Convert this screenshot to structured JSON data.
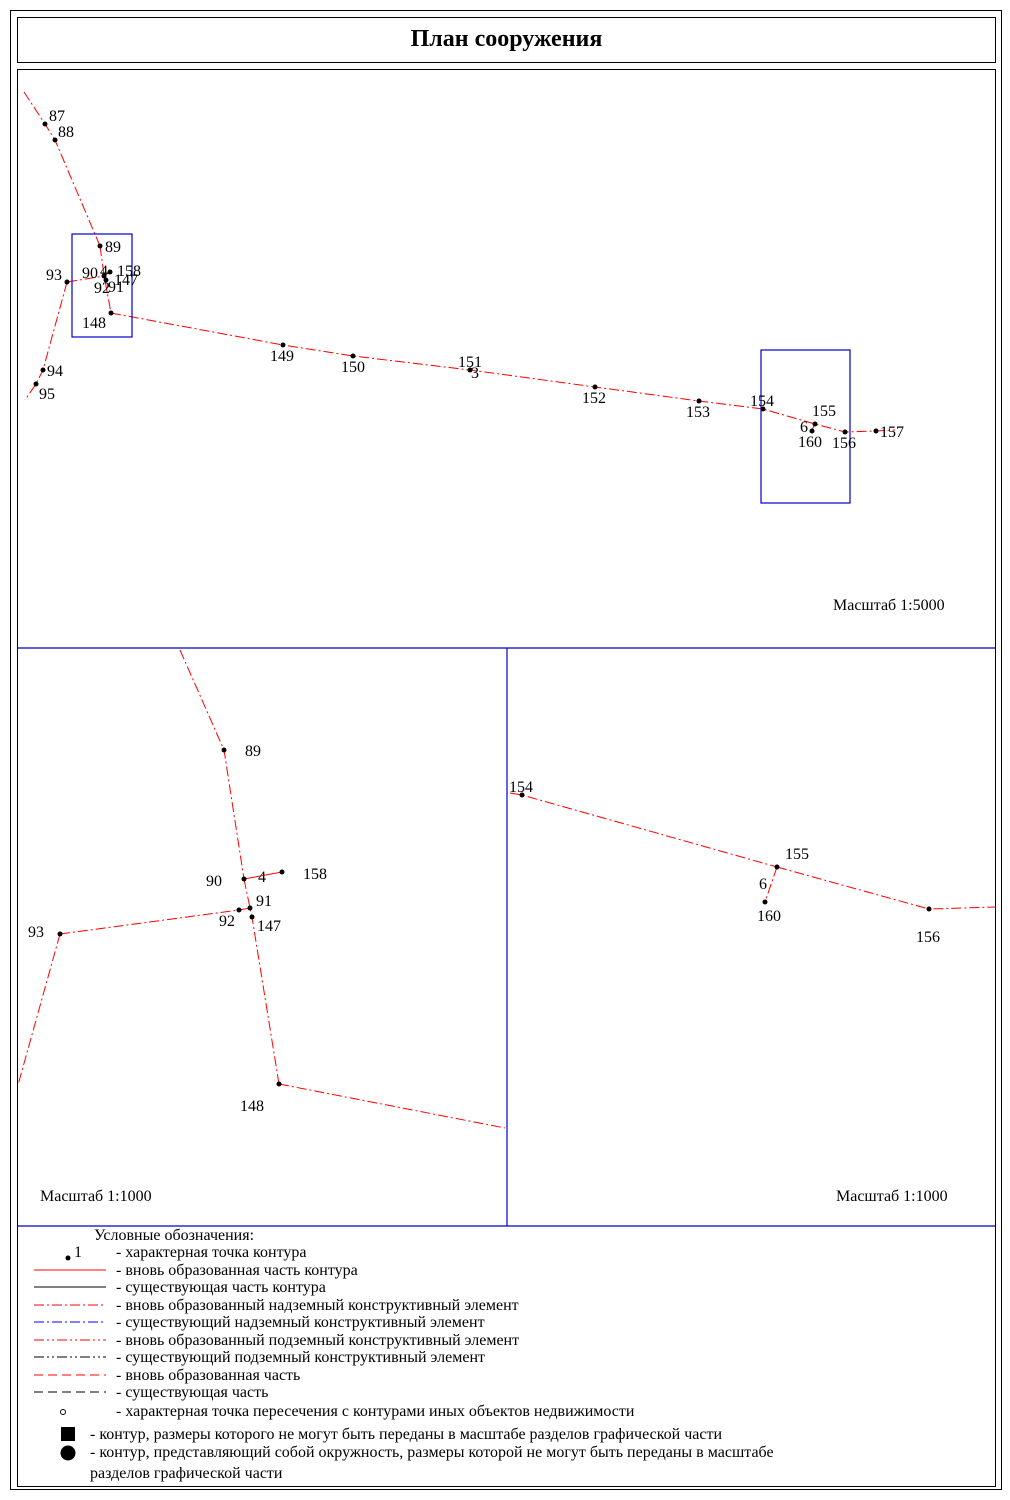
{
  "title": "План сооружения",
  "main_map": {
    "scale_label": "Масштаб 1:5000",
    "points": [
      "87",
      "88",
      "89",
      "90",
      "4",
      "158",
      "147",
      "92",
      "91",
      "93",
      "148",
      "149",
      "150",
      "151",
      "3",
      "152",
      "153",
      "154",
      "155",
      "6",
      "160",
      "156",
      "157",
      "94",
      "95"
    ]
  },
  "detail_left": {
    "scale_label": "Масштаб 1:1000",
    "points": [
      "89",
      "90",
      "4",
      "158",
      "91",
      "92",
      "147",
      "93",
      "148"
    ]
  },
  "detail_right": {
    "scale_label": "Масштаб 1:1000",
    "points": [
      "154",
      "155",
      "6",
      "160",
      "156"
    ]
  },
  "legend": {
    "title": "Условные обозначения:",
    "point_sample": "1",
    "items": [
      "- характерная точка контура",
      "- вновь образованная часть контура",
      "- существующая часть контура",
      "- вновь образованный надземный конструктивный элемент",
      "- существующий надземный конструктивный элемент",
      "- вновь образованный подземный конструктивный элемент",
      "- существующий подземный конструктивный элемент",
      "- вновь образованная часть",
      "- существующая часть",
      "- характерная точка пересечения с контурами иных объектов недвижимости",
      "- контур, размеры которого не могут быть переданы в масштабе разделов графической части",
      "- контур, представляющий собой окружность, размеры которой не могут быть переданы в масштабе"
    ],
    "item_last_cont": "разделов графической части"
  },
  "colors": {
    "new_line": "#ff0000",
    "frame": "#0000cc",
    "existing": "#000000",
    "aboveground_existing": "#0000ff"
  }
}
